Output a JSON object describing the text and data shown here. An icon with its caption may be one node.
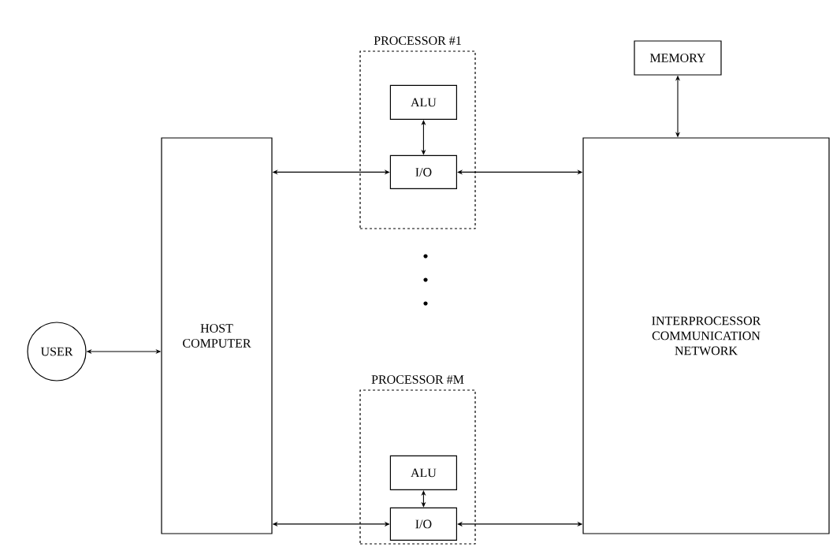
{
  "diagram": {
    "nodes": [
      {
        "text": [
          "USER"
        ]
      },
      {
        "text": [
          "HOST COMPUTER"
        ]
      },
      {
        "text": [
          "PROCESSOR #1"
        ]
      },
      {
        "text": [
          "ALU"
        ],
        "in": 2
      },
      {
        "text": [
          "I/O"
        ],
        "in": 2
      },
      {
        "text": [
          "PROCESSOR #M"
        ]
      },
      {
        "text": [
          "ALU"
        ],
        "in": 5
      },
      {
        "text": [
          "I/O"
        ],
        "in": 5
      },
      {
        "text": [
          "MEMORY"
        ]
      },
      {
        "text": [
          "INTERPROCESSOR COMMUNICATION NETWORK"
        ]
      }
    ],
    "edges": [
      {
        "from": 0,
        "to": 1,
        "arrow": "both"
      },
      {
        "from": 1,
        "to": 4,
        "arrow": "both"
      },
      {
        "from": 3,
        "to": 4,
        "arrow": "both"
      },
      {
        "from": 4,
        "to": 9,
        "arrow": "both"
      },
      {
        "from": 1,
        "to": 7,
        "arrow": "both"
      },
      {
        "from": 6,
        "to": 7,
        "arrow": "both"
      },
      {
        "from": 7,
        "to": 9,
        "arrow": "both"
      },
      {
        "from": 8,
        "to": 9,
        "arrow": "both"
      }
    ]
  }
}
